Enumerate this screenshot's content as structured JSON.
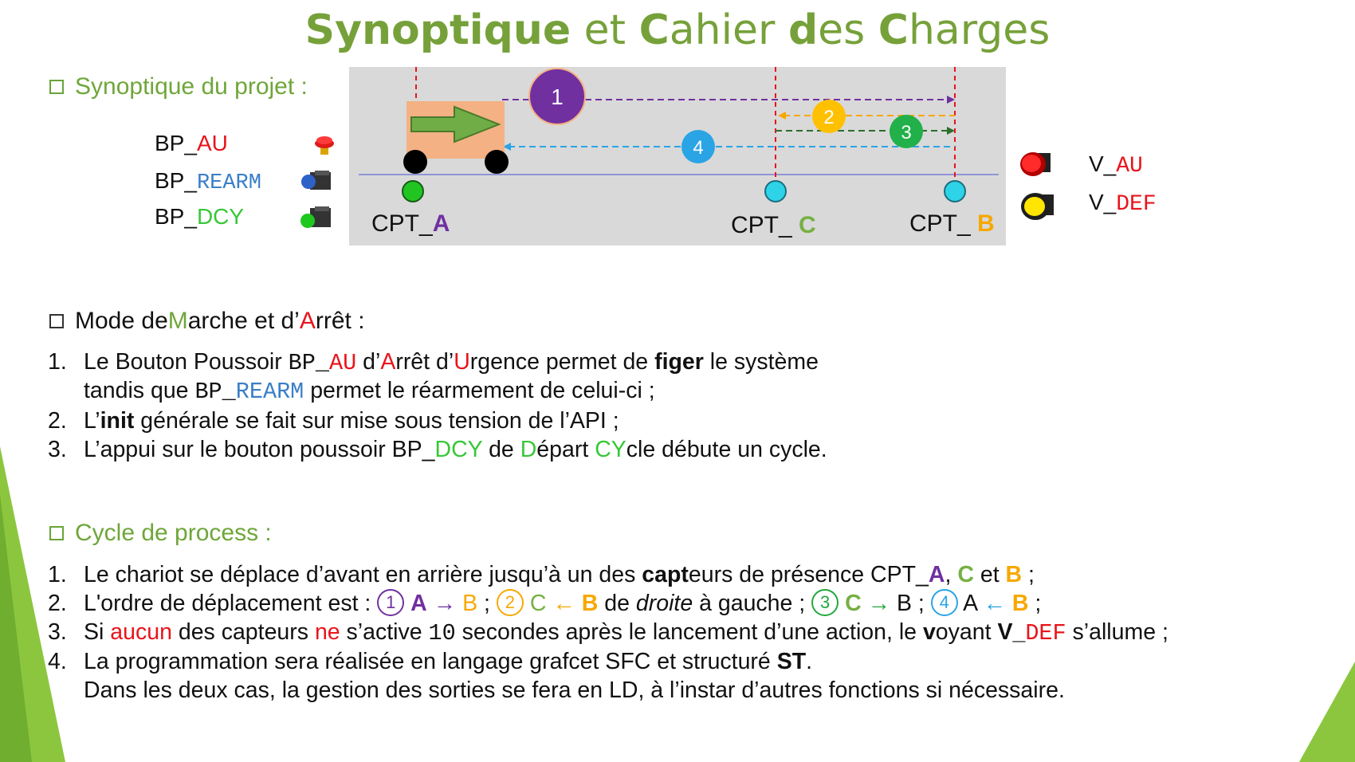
{
  "title": {
    "w1": "Synoptique",
    "w2": " et ",
    "w3": "C",
    "w4": "ahier ",
    "w5": "d",
    "w6": "es ",
    "w7": "C",
    "w8": "harges"
  },
  "synoptique": {
    "heading": "Synoptique du projet :",
    "buttons": [
      {
        "prefix": "BP_",
        "suffix": "AU",
        "icon": "emergency-stop-button-icon"
      },
      {
        "prefix": "BP_",
        "suffix": "REARM",
        "icon": "blue-pushbutton-icon"
      },
      {
        "prefix": "BP_",
        "suffix": "DCY",
        "icon": "green-pushbutton-icon"
      }
    ],
    "voyants": [
      {
        "prefix": "V_",
        "suffix": "AU",
        "icon": "red-indicator-light-icon"
      },
      {
        "prefix": "V_",
        "suffix": "DEF",
        "icon": "yellow-indicator-light-icon"
      }
    ],
    "sensors": [
      {
        "prefix": "CPT_",
        "suffix": "A"
      },
      {
        "prefix": "CPT_ ",
        "suffix": "C"
      },
      {
        "prefix": "CPT_ ",
        "suffix": "B"
      }
    ],
    "steps": [
      "1",
      "2",
      "3",
      "4"
    ]
  },
  "mode": {
    "heading_parts": [
      "Mode de ",
      "M",
      "arche et d’",
      "A",
      "rrêt :"
    ],
    "items": [
      {
        "num": "1.",
        "l1a": "Le Bouton Poussoir ",
        "l1b": "BP_",
        "l1c": "AU",
        "l1d": " d’",
        "l1e": "A",
        "l1f": "rrêt d’",
        "l1g": "U",
        "l1h": "rgence permet de ",
        "l1i": "figer",
        "l1j": " le système",
        "l2a": "tandis que ",
        "l2b": "BP_",
        "l2c": "REARM",
        "l2d": " permet le réarmement de celui-ci ;"
      },
      {
        "num": "2.",
        "a": "L’",
        "b": "init",
        "c": " générale se fait sur mise sous tension de l’API ;"
      },
      {
        "num": "3.",
        "a": "L’appui sur le bouton poussoir BP_",
        "b": "DCY",
        "c": " de ",
        "d": "D",
        "e": "épart ",
        "f": "CY",
        "g": "cle débute un cycle."
      }
    ]
  },
  "cycle": {
    "heading": "Cycle de process :",
    "items": [
      {
        "num": "1.",
        "a": "Le chariot se déplace d’avant en arrière jusqu’à un des ",
        "b": "capt",
        "c": "eurs de présence CPT_",
        "d": "A",
        "e": ", ",
        "f": "C",
        "g": " et ",
        "h": "B",
        "i": " ;"
      },
      {
        "num": "2.",
        "a": "L'ordre de déplacement est : ",
        "c1": "1",
        "p1a": "A",
        "p1b": " → ",
        "p1c": "B",
        "s1": " ; ",
        "c2": "2",
        "p2a": "C",
        "p2b": " ← ",
        "p2c": "B",
        "m1": " de ",
        "m2": "droite",
        "m3": " à gauche ; ",
        "c3": "3",
        "p3a": "C",
        "p3b": " → ",
        "p3c": "B",
        "s3": " ; ",
        "c4": "4",
        "p4a": " A ",
        "p4b": "←",
        "p4c": " B",
        "end": " ;"
      },
      {
        "num": "3.",
        "a": "Si ",
        "b": "aucun",
        "c": " des capteurs ",
        "d": "ne",
        "e": " s’active ",
        "f": "10",
        "g": " secondes après le lancement d’une action, le ",
        "h": "v",
        "i": "oyant ",
        "j": "V_",
        "k": "DEF",
        "l": " s’allume ;"
      },
      {
        "num": "4.",
        "a": "La programmation sera réalisée en langage grafcet SFC et structuré ",
        "b": "ST",
        "c": ".",
        "l2": "Dans les deux cas, la gestion des sorties se fera en LD, à l’instar d’autres fonctions si nécessaire."
      }
    ]
  },
  "colors": {
    "accent_green": "#76a13a",
    "red": "#e8141b",
    "blue": "#3a7fc7",
    "purple": "#7030a0",
    "orange": "#f7a800",
    "cyan": "#2aa4e5",
    "step3": "#22a83c"
  }
}
